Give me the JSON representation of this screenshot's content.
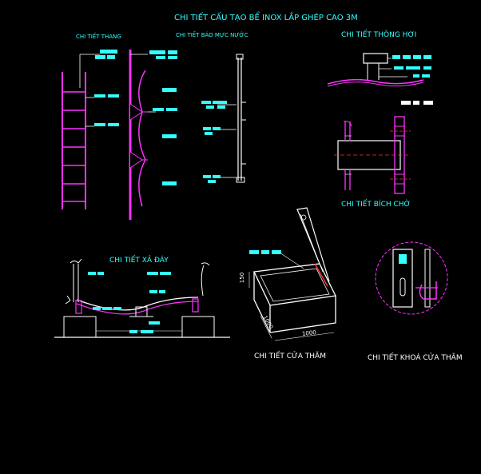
{
  "sheet": {
    "main_title": "CHI TIẾT CẤU TẠO BỂ INOX LẮP GHÉP CAO 3M"
  },
  "details": {
    "ladder": "CHI TIẾT THANG",
    "level_gauge": "CHI TIẾT BÁO MỰC NƯỚC",
    "vent": "CHI TIẾT THÔNG HƠI",
    "flange": "CHI TIẾT BÍCH CHỜ",
    "drain": "CHI TIẾT XẢ ĐÁY",
    "manhole": "CHI TIẾT CỬA THĂM",
    "manhole_lock": "CHI TIẾT KHOÁ CỬA THĂM"
  },
  "dimensions": {
    "manhole_width": "1000",
    "manhole_depth": "1000",
    "manhole_height": "150"
  },
  "colors": {
    "background": "#000000",
    "title": "#33ffff",
    "steel": "#ff33ff",
    "outline": "#ffffff",
    "tag": "#33ffff",
    "hidden_line": "#ff3333"
  }
}
